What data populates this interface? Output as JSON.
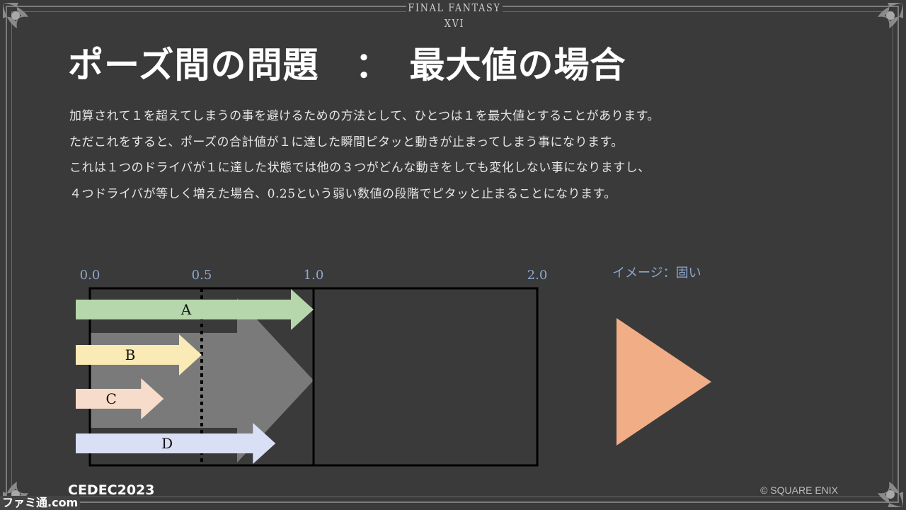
{
  "header": {
    "logo_text": "FINAL FANTASY XVI"
  },
  "title": "ポーズ間の問題　：　最大値の場合",
  "paragraphs": [
    "加算されて１を超えてしまうの事を避けるための方法として、ひとつは１を最大値とすることがあります。",
    "ただこれをすると、ポーズの合計値が１に達した瞬間ピタッと動きが止まってしまう事になります。",
    "これは１つのドライバが１に達した状態では他の３つがどんな動きをしても変化しない事になりますし、",
    "４つドライバが等しく増えた場合、0.25という弱い数値の段階でピタッと止まることになります。"
  ],
  "chart_data": {
    "type": "bar",
    "x_ticks": [
      "0.0",
      "0.5",
      "1.0",
      "2.0"
    ],
    "xlim": [
      0,
      2
    ],
    "max_value": 1.0,
    "dashed_marker": 0.5,
    "series": [
      {
        "name": "A",
        "value": 1.0,
        "color": "#b5d7ab"
      },
      {
        "name": "B",
        "value": 0.5,
        "color": "#faeab5"
      },
      {
        "name": "C",
        "value": 0.33,
        "color": "#f8dccb"
      },
      {
        "name": "D",
        "value": 0.83,
        "color": "#d9dff4"
      }
    ],
    "sum_arrow": {
      "value": 1.0,
      "color": "#7a7a7a"
    },
    "image_label": "イメージ：固い",
    "image_color": "#f1ae86",
    "tick_color": "#8da7cd"
  },
  "footer": {
    "event": "CEDEC2023",
    "copyright": "© SQUARE ENIX",
    "watermark": "ファミ通.com"
  }
}
